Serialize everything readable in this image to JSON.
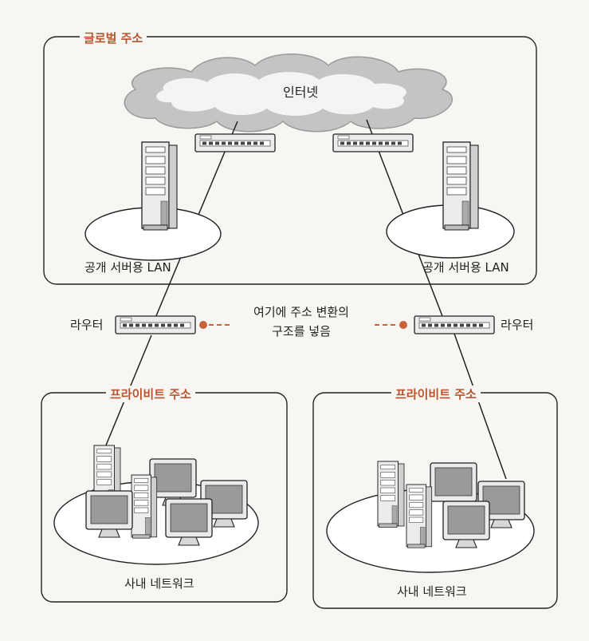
{
  "zones": {
    "global": {
      "title": "글로벌 주소"
    },
    "private_left": {
      "title": "프라이비트 주소"
    },
    "private_right": {
      "title": "프라이비트 주소"
    }
  },
  "nodes": {
    "internet": "인터넷",
    "public_lan_left": "공개 서버용 LAN",
    "public_lan_right": "공개 서버용 LAN",
    "router_left": "라우터",
    "router_right": "라우터",
    "internal_left": "사내 네트워크",
    "internal_right": "사내 네트워크"
  },
  "annotation": {
    "line1": "여기에 주소 변환의",
    "line2": "구조를 넣음"
  },
  "colors": {
    "accent": "#b8552f",
    "cloud": "#c4c4c4",
    "line": "#222222",
    "device": "#e6e6e6"
  }
}
